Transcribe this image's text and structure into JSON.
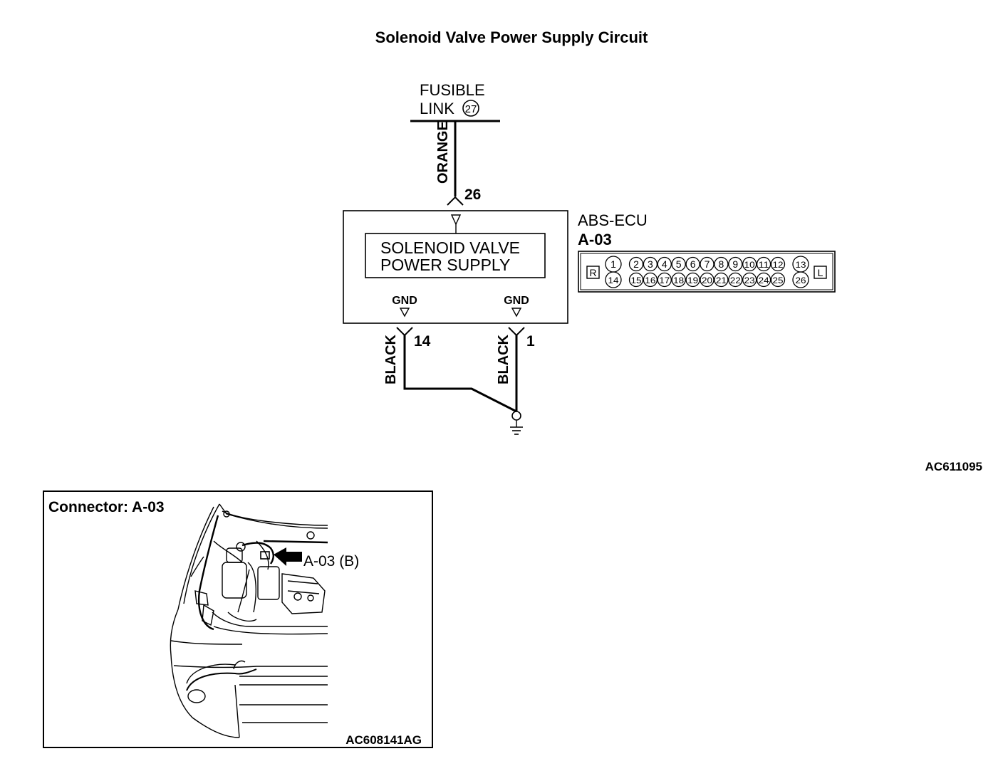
{
  "title": "Solenoid Valve Power Supply Circuit",
  "figure_id": "AC611095",
  "fusible_link": {
    "line1": "FUSIBLE",
    "line2": "LINK",
    "number": "27"
  },
  "wires": {
    "orange": {
      "color_label": "ORANGE",
      "pin": "26"
    },
    "black_left": {
      "color_label": "BLACK",
      "pin": "14"
    },
    "black_right": {
      "color_label": "BLACK",
      "pin": "1"
    }
  },
  "ecu": {
    "name": "ABS-ECU",
    "connector": "A-03",
    "block_line1": "SOLENOID VALVE",
    "block_line2": "POWER SUPPLY",
    "gnd_left": "GND",
    "gnd_right": "GND"
  },
  "connector_face": {
    "left_tag": "R",
    "right_tag": "L",
    "top_row": [
      "1",
      "2",
      "3",
      "4",
      "5",
      "6",
      "7",
      "8",
      "9",
      "10",
      "11",
      "12",
      "13"
    ],
    "bottom_row": [
      "14",
      "15",
      "16",
      "17",
      "18",
      "19",
      "20",
      "21",
      "22",
      "23",
      "24",
      "25",
      "26"
    ]
  },
  "inset": {
    "heading": "Connector: A-03",
    "callout": "A-03 (B)",
    "figure_id": "AC608141AG"
  }
}
